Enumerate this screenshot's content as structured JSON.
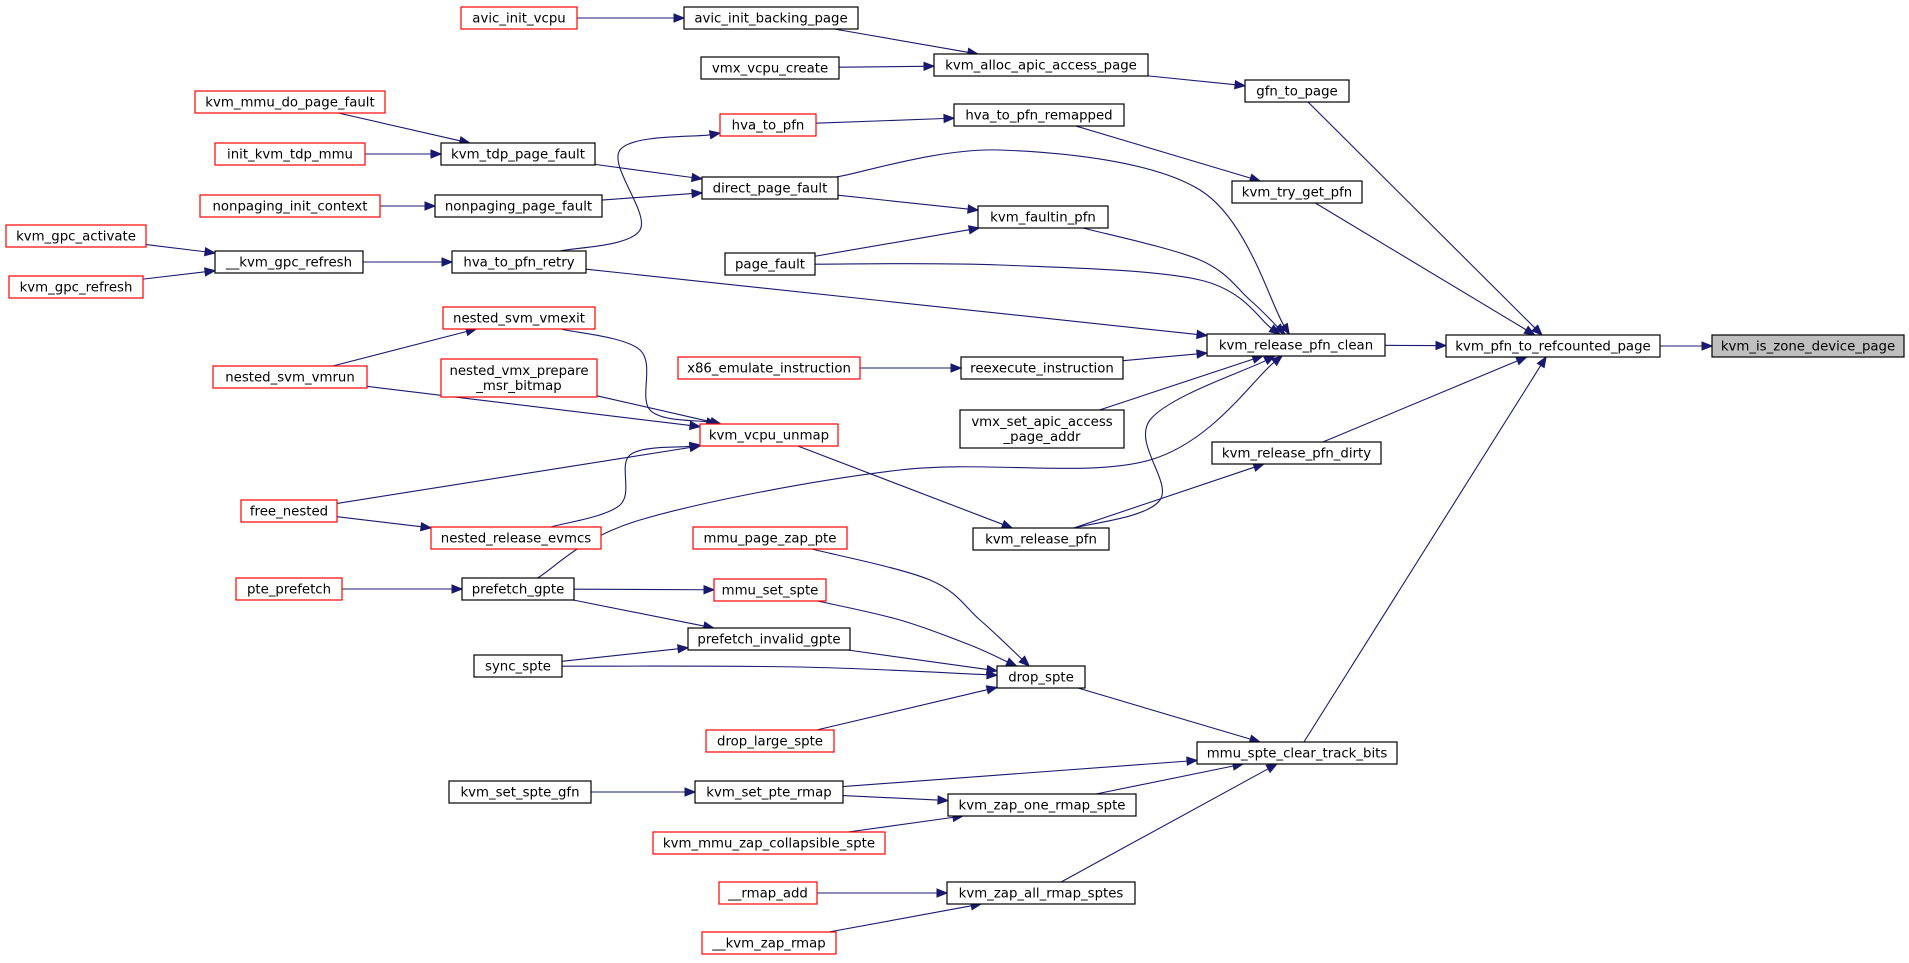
{
  "diagram": {
    "kind": "call graph",
    "colors": {
      "edge": "#191970",
      "node_border_default": "#000000",
      "node_border_unexpanded": "#ff0000",
      "focus_fill": "#bfbfbf"
    },
    "nodes": [
      {
        "id": "kvm_is_zone_device_page",
        "label": [
          "kvm_is_zone_device_page"
        ],
        "style": "focus"
      },
      {
        "id": "kvm_pfn_to_refcounted_page",
        "label": [
          "kvm_pfn_to_refcounted_page"
        ],
        "style": "black"
      },
      {
        "id": "gfn_to_page",
        "label": [
          "gfn_to_page"
        ],
        "style": "black"
      },
      {
        "id": "kvm_try_get_pfn",
        "label": [
          "kvm_try_get_pfn"
        ],
        "style": "black"
      },
      {
        "id": "kvm_release_pfn_clean",
        "label": [
          "kvm_release_pfn_clean"
        ],
        "style": "black"
      },
      {
        "id": "kvm_release_pfn_dirty",
        "label": [
          "kvm_release_pfn_dirty"
        ],
        "style": "black"
      },
      {
        "id": "mmu_spte_clear_track_bits",
        "label": [
          "mmu_spte_clear_track_bits"
        ],
        "style": "black"
      },
      {
        "id": "kvm_alloc_apic_access_page",
        "label": [
          "kvm_alloc_apic_access_page"
        ],
        "style": "black"
      },
      {
        "id": "avic_init_backing_page",
        "label": [
          "avic_init_backing_page"
        ],
        "style": "black"
      },
      {
        "id": "avic_init_vcpu",
        "label": [
          "avic_init_vcpu"
        ],
        "style": "red"
      },
      {
        "id": "vmx_vcpu_create",
        "label": [
          "vmx_vcpu_create"
        ],
        "style": "black"
      },
      {
        "id": "hva_to_pfn_remapped",
        "label": [
          "hva_to_pfn_remapped"
        ],
        "style": "black"
      },
      {
        "id": "hva_to_pfn",
        "label": [
          "hva_to_pfn"
        ],
        "style": "red"
      },
      {
        "id": "hva_to_pfn_retry",
        "label": [
          "hva_to_pfn_retry"
        ],
        "style": "black"
      },
      {
        "id": "__kvm_gpc_refresh",
        "label": [
          "__kvm_gpc_refresh"
        ],
        "style": "black"
      },
      {
        "id": "kvm_gpc_activate",
        "label": [
          "kvm_gpc_activate"
        ],
        "style": "red"
      },
      {
        "id": "kvm_gpc_refresh",
        "label": [
          "kvm_gpc_refresh"
        ],
        "style": "red"
      },
      {
        "id": "direct_page_fault",
        "label": [
          "direct_page_fault"
        ],
        "style": "black"
      },
      {
        "id": "kvm_tdp_page_fault",
        "label": [
          "kvm_tdp_page_fault"
        ],
        "style": "black"
      },
      {
        "id": "kvm_mmu_do_page_fault",
        "label": [
          "kvm_mmu_do_page_fault"
        ],
        "style": "red"
      },
      {
        "id": "init_kvm_tdp_mmu",
        "label": [
          "init_kvm_tdp_mmu"
        ],
        "style": "red"
      },
      {
        "id": "nonpaging_page_fault",
        "label": [
          "nonpaging_page_fault"
        ],
        "style": "black"
      },
      {
        "id": "nonpaging_init_context",
        "label": [
          "nonpaging_init_context"
        ],
        "style": "red"
      },
      {
        "id": "kvm_faultin_pfn",
        "label": [
          "kvm_faultin_pfn"
        ],
        "style": "black"
      },
      {
        "id": "page_fault",
        "label": [
          "page_fault"
        ],
        "style": "black"
      },
      {
        "id": "reexecute_instruction",
        "label": [
          "reexecute_instruction"
        ],
        "style": "black"
      },
      {
        "id": "x86_emulate_instruction",
        "label": [
          "x86_emulate_instruction"
        ],
        "style": "red"
      },
      {
        "id": "vmx_set_apic_access_page_addr",
        "label": [
          "vmx_set_apic_access",
          "_page_addr"
        ],
        "style": "black"
      },
      {
        "id": "kvm_vcpu_unmap",
        "label": [
          "kvm_vcpu_unmap"
        ],
        "style": "red"
      },
      {
        "id": "nested_svm_vmexit",
        "label": [
          "nested_svm_vmexit"
        ],
        "style": "red"
      },
      {
        "id": "nested_svm_vmrun",
        "label": [
          "nested_svm_vmrun"
        ],
        "style": "red"
      },
      {
        "id": "nested_vmx_prepare_msr_bitmap",
        "label": [
          "nested_vmx_prepare",
          "_msr_bitmap"
        ],
        "style": "red"
      },
      {
        "id": "free_nested",
        "label": [
          "free_nested"
        ],
        "style": "red"
      },
      {
        "id": "nested_release_evmcs",
        "label": [
          "nested_release_evmcs"
        ],
        "style": "red"
      },
      {
        "id": "kvm_release_pfn",
        "label": [
          "kvm_release_pfn"
        ],
        "style": "black"
      },
      {
        "id": "prefetch_gpte",
        "label": [
          "prefetch_gpte"
        ],
        "style": "black"
      },
      {
        "id": "pte_prefetch",
        "label": [
          "pte_prefetch"
        ],
        "style": "red"
      },
      {
        "id": "mmu_page_zap_pte",
        "label": [
          "mmu_page_zap_pte"
        ],
        "style": "red"
      },
      {
        "id": "mmu_set_spte",
        "label": [
          "mmu_set_spte"
        ],
        "style": "red"
      },
      {
        "id": "prefetch_invalid_gpte",
        "label": [
          "prefetch_invalid_gpte"
        ],
        "style": "black"
      },
      {
        "id": "sync_spte",
        "label": [
          "sync_spte"
        ],
        "style": "black"
      },
      {
        "id": "drop_spte",
        "label": [
          "drop_spte"
        ],
        "style": "black"
      },
      {
        "id": "drop_large_spte",
        "label": [
          "drop_large_spte"
        ],
        "style": "red"
      },
      {
        "id": "kvm_set_spte_gfn",
        "label": [
          "kvm_set_spte_gfn"
        ],
        "style": "black"
      },
      {
        "id": "kvm_set_pte_rmap",
        "label": [
          "kvm_set_pte_rmap"
        ],
        "style": "black"
      },
      {
        "id": "kvm_zap_one_rmap_spte",
        "label": [
          "kvm_zap_one_rmap_spte"
        ],
        "style": "black"
      },
      {
        "id": "kvm_mmu_zap_collapsible_spte",
        "label": [
          "kvm_mmu_zap_collapsible_spte"
        ],
        "style": "red"
      },
      {
        "id": "kvm_zap_all_rmap_sptes",
        "label": [
          "kvm_zap_all_rmap_sptes"
        ],
        "style": "black"
      },
      {
        "id": "__rmap_add",
        "label": [
          "__rmap_add"
        ],
        "style": "red"
      },
      {
        "id": "__kvm_zap_rmap",
        "label": [
          "__kvm_zap_rmap"
        ],
        "style": "red"
      }
    ],
    "edges": [
      [
        "kvm_pfn_to_refcounted_page",
        "kvm_is_zone_device_page"
      ],
      [
        "gfn_to_page",
        "kvm_pfn_to_refcounted_page"
      ],
      [
        "kvm_try_get_pfn",
        "kvm_pfn_to_refcounted_page"
      ],
      [
        "kvm_release_pfn_clean",
        "kvm_pfn_to_refcounted_page"
      ],
      [
        "kvm_release_pfn_dirty",
        "kvm_pfn_to_refcounted_page"
      ],
      [
        "mmu_spte_clear_track_bits",
        "kvm_pfn_to_refcounted_page"
      ],
      [
        "kvm_alloc_apic_access_page",
        "gfn_to_page"
      ],
      [
        "avic_init_backing_page",
        "kvm_alloc_apic_access_page"
      ],
      [
        "avic_init_vcpu",
        "avic_init_backing_page"
      ],
      [
        "vmx_vcpu_create",
        "kvm_alloc_apic_access_page"
      ],
      [
        "hva_to_pfn_remapped",
        "kvm_try_get_pfn"
      ],
      [
        "hva_to_pfn",
        "hva_to_pfn_remapped"
      ],
      [
        "hva_to_pfn_retry",
        "hva_to_pfn"
      ],
      [
        "__kvm_gpc_refresh",
        "hva_to_pfn_retry"
      ],
      [
        "kvm_gpc_activate",
        "__kvm_gpc_refresh"
      ],
      [
        "kvm_gpc_refresh",
        "__kvm_gpc_refresh"
      ],
      [
        "hva_to_pfn_retry",
        "kvm_release_pfn_clean"
      ],
      [
        "kvm_tdp_page_fault",
        "direct_page_fault"
      ],
      [
        "kvm_mmu_do_page_fault",
        "kvm_tdp_page_fault"
      ],
      [
        "init_kvm_tdp_mmu",
        "kvm_tdp_page_fault"
      ],
      [
        "nonpaging_page_fault",
        "direct_page_fault"
      ],
      [
        "nonpaging_init_context",
        "nonpaging_page_fault"
      ],
      [
        "direct_page_fault",
        "kvm_release_pfn_clean"
      ],
      [
        "direct_page_fault",
        "kvm_faultin_pfn"
      ],
      [
        "page_fault",
        "kvm_faultin_pfn"
      ],
      [
        "page_fault",
        "kvm_release_pfn_clean"
      ],
      [
        "kvm_faultin_pfn",
        "kvm_release_pfn_clean"
      ],
      [
        "reexecute_instruction",
        "kvm_release_pfn_clean"
      ],
      [
        "x86_emulate_instruction",
        "reexecute_instruction"
      ],
      [
        "vmx_set_apic_access_page_addr",
        "kvm_release_pfn_clean"
      ],
      [
        "kvm_release_pfn",
        "kvm_release_pfn_clean"
      ],
      [
        "kvm_release_pfn",
        "kvm_release_pfn_dirty"
      ],
      [
        "kvm_vcpu_unmap",
        "kvm_release_pfn"
      ],
      [
        "nested_svm_vmexit",
        "kvm_vcpu_unmap"
      ],
      [
        "nested_svm_vmrun",
        "nested_svm_vmexit"
      ],
      [
        "nested_svm_vmrun",
        "kvm_vcpu_unmap"
      ],
      [
        "nested_vmx_prepare_msr_bitmap",
        "kvm_vcpu_unmap"
      ],
      [
        "free_nested",
        "kvm_vcpu_unmap"
      ],
      [
        "free_nested",
        "nested_release_evmcs"
      ],
      [
        "nested_release_evmcs",
        "kvm_vcpu_unmap"
      ],
      [
        "prefetch_gpte",
        "kvm_release_pfn_clean"
      ],
      [
        "pte_prefetch",
        "prefetch_gpte"
      ],
      [
        "prefetch_gpte",
        "mmu_set_spte"
      ],
      [
        "prefetch_gpte",
        "prefetch_invalid_gpte"
      ],
      [
        "sync_spte",
        "prefetch_invalid_gpte"
      ],
      [
        "sync_spte",
        "drop_spte"
      ],
      [
        "mmu_page_zap_pte",
        "drop_spte"
      ],
      [
        "mmu_set_spte",
        "drop_spte"
      ],
      [
        "prefetch_invalid_gpte",
        "drop_spte"
      ],
      [
        "drop_large_spte",
        "drop_spte"
      ],
      [
        "drop_spte",
        "mmu_spte_clear_track_bits"
      ],
      [
        "kvm_set_pte_rmap",
        "mmu_spte_clear_track_bits"
      ],
      [
        "kvm_set_spte_gfn",
        "kvm_set_pte_rmap"
      ],
      [
        "kvm_set_pte_rmap",
        "kvm_zap_one_rmap_spte"
      ],
      [
        "kvm_zap_one_rmap_spte",
        "mmu_spte_clear_track_bits"
      ],
      [
        "kvm_mmu_zap_collapsible_spte",
        "kvm_zap_one_rmap_spte"
      ],
      [
        "kvm_zap_all_rmap_sptes",
        "mmu_spte_clear_track_bits"
      ],
      [
        "__rmap_add",
        "kvm_zap_all_rmap_sptes"
      ],
      [
        "__kvm_zap_rmap",
        "kvm_zap_all_rmap_sptes"
      ]
    ]
  }
}
